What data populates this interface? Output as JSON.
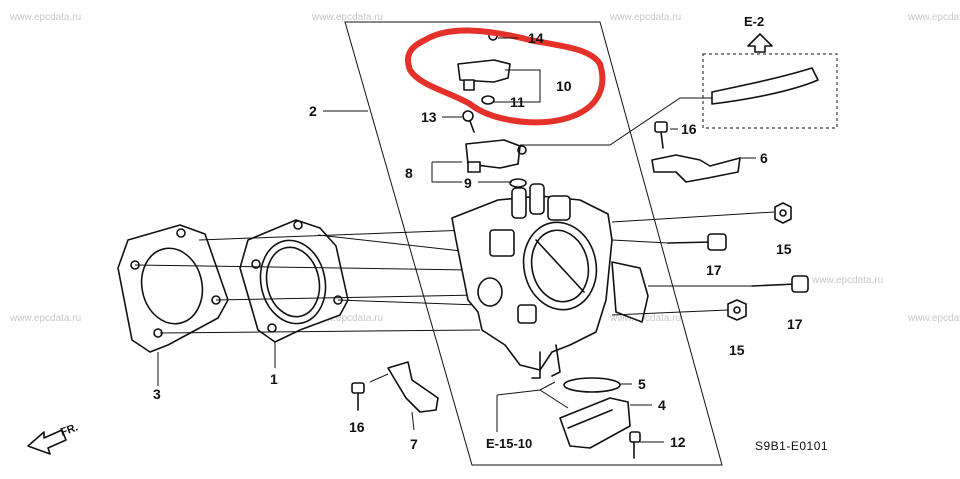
{
  "watermark": "www.epcdata.ru",
  "diagram_code": "S9B1-E0101",
  "ref_e2": "E-2",
  "ref_e1510": "E-15-10",
  "front_label": "FR.",
  "callouts": {
    "p1": "1",
    "p2": "2",
    "p3": "3",
    "p4": "4",
    "p5": "5",
    "p6": "6",
    "p7": "7",
    "p8": "8",
    "p9": "9",
    "p10": "10",
    "p11": "11",
    "p12": "12",
    "p13": "13",
    "p14": "14",
    "p15a": "15",
    "p15b": "15",
    "p16a": "16",
    "p16b": "16",
    "p17a": "17",
    "p17b": "17"
  },
  "colors": {
    "highlight": "#e4322b",
    "ink": "#111111",
    "watermark": "#c9c9c9"
  }
}
